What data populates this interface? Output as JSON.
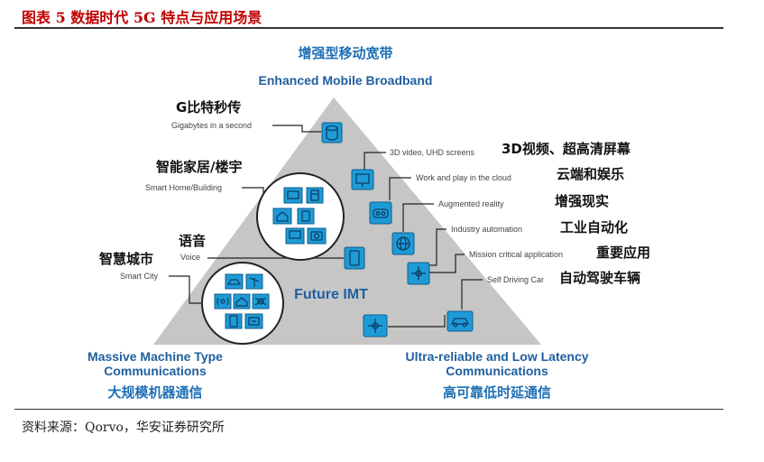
{
  "figure": {
    "title": "图表 5 数据时代 5G 特点与应用场景",
    "source": "资料来源：Qorvo，华安证券研究所"
  },
  "corners": {
    "top": {
      "cn": "增强型移动宽带",
      "en": "Enhanced Mobile Broadband"
    },
    "left": {
      "en_line1": "Massive Machine Type",
      "en_line2": "Communications",
      "cn": "大规模机器通信"
    },
    "right": {
      "en_line1": "Ultra-reliable and Low Latency",
      "en_line2": "Communications",
      "cn": "高可靠低时延通信"
    }
  },
  "center_label": "Future IMT",
  "left_labels": [
    {
      "cn": "G比特秒传",
      "en": "Gigabytes in a second"
    },
    {
      "cn": "智能家居/楼宇",
      "en": "Smart Home/Building"
    },
    {
      "cn": "语音",
      "en": "Voice"
    },
    {
      "cn": "智慧城市",
      "en": "Smart City"
    }
  ],
  "right_labels": [
    {
      "cn": "3D视频、超高清屏幕",
      "en": "3D video, UHD screens"
    },
    {
      "cn": "云端和娱乐",
      "en": "Work and play in the cloud"
    },
    {
      "cn": "增强现实",
      "en": "Augmented reality"
    },
    {
      "cn": "工业自动化",
      "en": "Industry automation"
    },
    {
      "cn": "重要应用",
      "en": "Mission critical application"
    },
    {
      "cn": "自动驾驶车辆",
      "en": "Self Driving Car"
    }
  ],
  "colors": {
    "triangle": "#c6c6c6",
    "icon": "#1e9bd7",
    "title": "#c00000",
    "label_blue": "#1f5f9f"
  },
  "icons": {
    "storage": "database-icon",
    "monitor": "monitor-icon",
    "cloud_work": "desktop-icon",
    "ar": "vr-headset-icon",
    "industry": "globe-icon",
    "mission": "crosshair-icon",
    "car": "car-icon",
    "voice": "smartphone-icon",
    "home_group": [
      "tv-icon",
      "fridge-icon",
      "house-icon",
      "tablet-icon",
      "monitor-icon",
      "camera-icon"
    ],
    "city_group": [
      "car-icon",
      "wind-turbine-icon",
      "sensor-icon",
      "house-icon",
      "drone-icon",
      "phone-icon",
      "meter-icon"
    ]
  }
}
